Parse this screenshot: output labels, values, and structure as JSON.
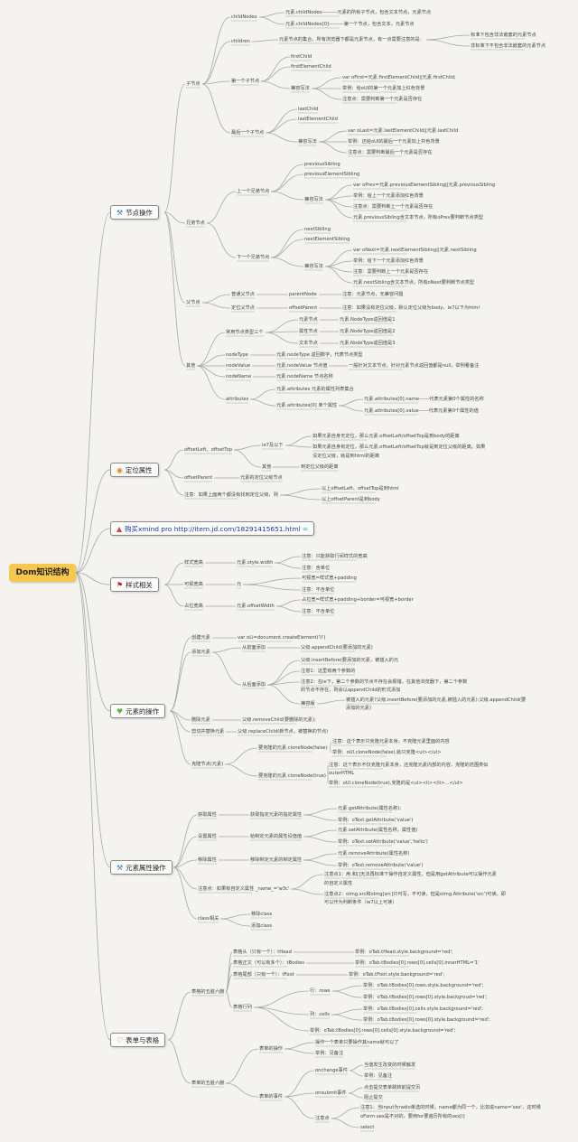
{
  "root": {
    "label": "Dom知识结构"
  },
  "colors": {
    "root_bg": "#f6c84b",
    "line": "#a7a7a7",
    "node_border": "#8a8a8a",
    "link_text": "#1c3a96",
    "icon_node": "#2f7fc4",
    "icon_pos": "#e3801f",
    "icon_fire": "#e0452b",
    "icon_flag": "#d11c1c",
    "icon_heart_green": "#5fb347",
    "icon_heart_red": "#d83a55"
  },
  "branches": {
    "b1": {
      "icon": "tools-icon",
      "label": "节点操作"
    },
    "b2": {
      "icon": "target-icon",
      "label": "定位属性"
    },
    "b3": {
      "icon": "fire-icon",
      "label": "购买xmind pro http://item.jd.com/18291415651.html"
    },
    "b4": {
      "icon": "flag-icon",
      "label": "样式相关"
    },
    "b5": {
      "icon": "heart-icon",
      "label": "元素的操作"
    },
    "b6": {
      "icon": "tools-icon",
      "label": "元素属性操作"
    },
    "b7": {
      "icon": "heart-icon",
      "label": "表单与表格"
    }
  },
  "items": [
    {
      "id": "a1",
      "text": "子节点"
    },
    {
      "id": "a2",
      "text": "childNodes"
    },
    {
      "id": "a3",
      "text": "元素.childNodes---------元素的所有子节点，包含文本节点，元素节点"
    },
    {
      "id": "a4",
      "text": "元素.childNodes[0]---------第一个节点，包含文本，元素节点"
    },
    {
      "id": "a5",
      "text": "children"
    },
    {
      "id": "a6",
      "text": "元素节点的集合，所有浏览器下都是元素节点，有一点需要注意的是："
    },
    {
      "id": "a7",
      "text": "标准下包含非法嵌套的元素节点"
    },
    {
      "id": "a8",
      "text": "非标准下不包含非法嵌套的元素节点"
    },
    {
      "id": "a9",
      "text": "第一个子节点"
    },
    {
      "id": "a10",
      "text": "firstChild"
    },
    {
      "id": "a11",
      "text": "firstElementChild"
    },
    {
      "id": "a12",
      "text": "兼容写法"
    },
    {
      "id": "a13",
      "text": "var oFirst=元素.firstElementChild||元素.firstChild;"
    },
    {
      "id": "a14",
      "text": "举例：给oUl的第一个元素加上红色背景"
    },
    {
      "id": "a15",
      "text": "注意点：需要判断第一个元素是否存在"
    },
    {
      "id": "a16",
      "text": "最后一个子节点"
    },
    {
      "id": "a17",
      "text": "lastChild"
    },
    {
      "id": "a18",
      "text": "lastElementChild"
    },
    {
      "id": "a19",
      "text": "兼容写法"
    },
    {
      "id": "a20",
      "text": "var oLast=元素.lastElementChild||元素.lastChild"
    },
    {
      "id": "a21",
      "text": "举例：还给oUl的最后一个元素加上共色背景"
    },
    {
      "id": "a22",
      "text": "注意点：需要判断最后一个元素是否存在"
    },
    {
      "id": "a23",
      "text": "兄弟节点"
    },
    {
      "id": "a24",
      "text": "上一个兄弟节点"
    },
    {
      "id": "a25",
      "text": "previousSibling"
    },
    {
      "id": "a26",
      "text": "previousElementSibling"
    },
    {
      "id": "a27",
      "text": "兼容写法"
    },
    {
      "id": "a28",
      "text": "var oPrev=元素.previousElementSibling||元素.previousSibling"
    },
    {
      "id": "a29",
      "text": "举例：给上一个元素添加红色背景"
    },
    {
      "id": "a30",
      "text": "注意点：需要判断上一个元素是否存在"
    },
    {
      "id": "a31",
      "text": "元素.previousSibling含文本节点，所有oPrev要判断节点类型"
    },
    {
      "id": "a32",
      "text": "下一个兄弟节点"
    },
    {
      "id": "a33",
      "text": "nextSibling"
    },
    {
      "id": "a34",
      "text": "nextElementSibling"
    },
    {
      "id": "a35",
      "text": "兼容写法"
    },
    {
      "id": "a36",
      "text": "var oNext=元素.nextElementSibling||元素.nextSibling"
    },
    {
      "id": "a37",
      "text": "举例：给下一个元素添加红色背景"
    },
    {
      "id": "a38",
      "text": "注意：需要判断上一个元素是否存在"
    },
    {
      "id": "a39",
      "text": "元素.nextSibling含文本节点，所有oNext要判断节点类型"
    },
    {
      "id": "a40",
      "text": "父节点"
    },
    {
      "id": "a41",
      "text": "普通父节点"
    },
    {
      "id": "a42",
      "text": "parentNode"
    },
    {
      "id": "a43",
      "text": "注意：元素节点，无兼容问题"
    },
    {
      "id": "a44",
      "text": "定位父节点"
    },
    {
      "id": "a45",
      "text": "offsetParent"
    },
    {
      "id": "a46",
      "text": "注意：如果没有定位父级，默认定位父级为body，ie7以下为html"
    },
    {
      "id": "a47",
      "text": "其他"
    },
    {
      "id": "a48",
      "text": "常用节点类型三个"
    },
    {
      "id": "a49",
      "text": "元素节点"
    },
    {
      "id": "a50",
      "text": "元素.NodeType返回值是1"
    },
    {
      "id": "a51",
      "text": "属性节点"
    },
    {
      "id": "a52",
      "text": "元素.NodeType返回值是2"
    },
    {
      "id": "a53",
      "text": "文本节点"
    },
    {
      "id": "a54",
      "text": "元素.NodeType返回值是3"
    },
    {
      "id": "a55",
      "text": "nodeType"
    },
    {
      "id": "a56",
      "text": "元素.nodeType 返回数字，代表节点类型"
    },
    {
      "id": "a57",
      "text": "nodeValue"
    },
    {
      "id": "a58",
      "text": "元素.nodeValue 节点值"
    },
    {
      "id": "a59",
      "text": "一般针对文本节点，针对元素节点返回值都是null，举例看备注"
    },
    {
      "id": "a60",
      "text": "nodeName"
    },
    {
      "id": "a61",
      "text": "元素.nodeName 节点名称"
    },
    {
      "id": "a62",
      "text": "attributes"
    },
    {
      "id": "a63",
      "text": "元素.attributes 元素的属性列表集合"
    },
    {
      "id": "a64",
      "text": "元素.attributes[0] 单个属性"
    },
    {
      "id": "a65",
      "text": "元素.attributes[0].name------代表元素第0个属性的名称"
    },
    {
      "id": "a66",
      "text": "元素.attributes[0].value------代表元素第0个属性的值"
    },
    {
      "id": "c1",
      "text": "offsetLeft、offsetTop"
    },
    {
      "id": "c2",
      "text": "ie7及以下"
    },
    {
      "id": "c3",
      "text": "如果元素自身无定位，那么元素.offsetLeft/offsetTop是到body的距离"
    },
    {
      "id": "c4",
      "text": "如果元素自身有定位，那么元素.offsetLeft/offsetTop就是到定位父级的距离。如果"
    },
    {
      "id": "c5",
      "text": "没定位父级，就是到html的距离"
    },
    {
      "id": "c6",
      "text": "其他"
    },
    {
      "id": "c7",
      "text": "到定位父级的距离"
    },
    {
      "id": "c8",
      "text": "offsetParent"
    },
    {
      "id": "c9",
      "text": "元素的定位父级节点"
    },
    {
      "id": "c10",
      "text": "注意：如果上面两个都没有找到定位父级，则"
    },
    {
      "id": "c11",
      "text": "以上offsetLeft、offsetTop是到html"
    },
    {
      "id": "c12",
      "text": "以上offsetParent是到body"
    },
    {
      "id": "d1",
      "text": "样式宽高"
    },
    {
      "id": "d2",
      "text": "元素.style.width"
    },
    {
      "id": "d3",
      "text": "注意：只能获取行间样式的宽高"
    },
    {
      "id": "d4",
      "text": "注意：含单位"
    },
    {
      "id": "d5",
      "text": "可视宽高"
    },
    {
      "id": "d6",
      "text": "元"
    },
    {
      "id": "d7",
      "text": "可视宽=样式宽+padding"
    },
    {
      "id": "d8",
      "text": "注意：不含单位"
    },
    {
      "id": "d9",
      "text": "占位宽高"
    },
    {
      "id": "d10",
      "text": "元素.offsetWidth"
    },
    {
      "id": "d11",
      "text": "占位宽=样式宽+padding+border=可视宽+border"
    },
    {
      "id": "d12",
      "text": "注意：不含单位"
    },
    {
      "id": "e1",
      "text": "创建元素"
    },
    {
      "id": "e2",
      "text": "var oLi=document.createElement('li')"
    },
    {
      "id": "e3",
      "text": "添加元素"
    },
    {
      "id": "e4",
      "text": "从前面添加"
    },
    {
      "id": "e5",
      "text": "父级.appendChild(要添加的元素)"
    },
    {
      "id": "e6",
      "text": "从后面添加"
    },
    {
      "id": "e7",
      "text": "父级.insertBefore(要添加的元素，被插入的元"
    },
    {
      "id": "e8",
      "text": "注意1：这里有两个参数的"
    },
    {
      "id": "e9",
      "text": "注意2：在ie下，第二个参数的节点不存在会报错，在其他浏览器下，第二个参数"
    },
    {
      "id": "e10",
      "text": "的节点不存在，则会以appendChild的形式添加"
    },
    {
      "id": "e11",
      "text": "兼容版"
    },
    {
      "id": "e12",
      "text": "被插入的元素?父级.insertBefore(要添加的元素,被插入的元素):父级.appendChild(要"
    },
    {
      "id": "e13",
      "text": "添加的元素)"
    },
    {
      "id": "e14",
      "text": "删除元素"
    },
    {
      "id": "e15",
      "text": "父级.removeChild(要删除的元素);"
    },
    {
      "id": "e16",
      "text": "剪切并替换元素"
    },
    {
      "id": "e17",
      "text": "父级.replaceChild(新节点，被替换的节点)"
    },
    {
      "id": "e18",
      "text": "克隆节点(元素)"
    },
    {
      "id": "e19",
      "text": "要克隆的元素.cloneNode(false)"
    },
    {
      "id": "e20",
      "text": "注意：这个表示只克隆元素本身，不克隆元素里面的内容"
    },
    {
      "id": "e21",
      "text": "举例：oUl.cloneNode(false),就只克隆<ul></ul>"
    },
    {
      "id": "e22",
      "text": "要克隆的元素.cloneNode(true)"
    },
    {
      "id": "e23",
      "text": "注意：这个表示不仅克隆元素本身，还克隆元素内部的内容，克隆的范围类似"
    },
    {
      "id": "e24",
      "text": "outerHTML"
    },
    {
      "id": "e25",
      "text": "举例：oUl.cloneNode(true),克隆的是<ul><li></li>...</ul>"
    },
    {
      "id": "f1",
      "text": "获取属性"
    },
    {
      "id": "f2",
      "text": "获取指定元素的指定属性"
    },
    {
      "id": "f3",
      "text": "元素.getAttribute(属性名称);"
    },
    {
      "id": "f4",
      "text": "举例：oText.getAttribute('value')"
    },
    {
      "id": "f5",
      "text": "设置属性"
    },
    {
      "id": "f6",
      "text": "给制定元素的属性设值值"
    },
    {
      "id": "f7",
      "text": "元素.setAttribute(属性名称，属性值)"
    },
    {
      "id": "f8",
      "text": "举例：oText.setAttribute('value','hello')"
    },
    {
      "id": "f9",
      "text": "移除属性"
    },
    {
      "id": "f10",
      "text": "移除制定元素的制定属性"
    },
    {
      "id": "f11",
      "text": "元素.removeAttribute(属性名称)"
    },
    {
      "id": "f12",
      "text": "举例：oText.removeAttribute('value')"
    },
    {
      "id": "f13",
      "text": "注意点：如果有自定义属性 _name_='w3c'"
    },
    {
      "id": "f14",
      "text": "注意点1：用.和[]无法再标准下操作自定义属性，但是用getAttribute可以操作元素"
    },
    {
      "id": "f15",
      "text": "的自定义属性"
    },
    {
      "id": "f16",
      "text": "注意点2：oImg.src和oImg[src]只可写，不可读，但是oImg.Attribute('src')可读。即"
    },
    {
      "id": "f17",
      "text": "可以作为判断条件（ie7以上可读）"
    },
    {
      "id": "f18",
      "text": "class相关"
    },
    {
      "id": "f19",
      "text": "移除class"
    },
    {
      "id": "f20",
      "text": "添加class"
    },
    {
      "id": "g1",
      "text": "表格的五脏六腑"
    },
    {
      "id": "g2",
      "text": "表格头（只有一个）：tHead"
    },
    {
      "id": "g3",
      "text": "举例：oTab.tHead.style.background='red';"
    },
    {
      "id": "g4",
      "text": "表格正文（可以有多个）：tBodies"
    },
    {
      "id": "g5",
      "text": "举例：oTab.tBodies[0].rows[0].cells[0].innerHTML='1'"
    },
    {
      "id": "g6",
      "text": "表格尾部（只有一个）：tFoot"
    },
    {
      "id": "g7",
      "text": "举例：oTab.tFoot.style.background='red';"
    },
    {
      "id": "g8",
      "text": "表格行列"
    },
    {
      "id": "g9",
      "text": "行：rows"
    },
    {
      "id": "g10",
      "text": "举例：oTab.tBodies[0].rows.style.background='red';"
    },
    {
      "id": "g11",
      "text": "举例：oTab.tBodies[0].rows[0].style.backgroud='red';"
    },
    {
      "id": "g12",
      "text": "列：cells"
    },
    {
      "id": "g13",
      "text": "举例：oTab.tBodies[0].cells.style.background='red';"
    },
    {
      "id": "g14",
      "text": "举例：oTab.tBodies[0].rows[0].style.background='red';"
    },
    {
      "id": "g15",
      "text": "举例：oTab.tBodies[0].rows[0].cells[0].style.background='red';"
    },
    {
      "id": "g16",
      "text": "表单的五脏六腑"
    },
    {
      "id": "g17",
      "text": "表单的操作"
    },
    {
      "id": "g18",
      "text": "操作一个表单只要操作其name就可以了"
    },
    {
      "id": "g19",
      "text": "举例：见备注"
    },
    {
      "id": "g20",
      "text": "表单的事件"
    },
    {
      "id": "g21",
      "text": "onchange事件"
    },
    {
      "id": "g22",
      "text": "当值发生改变的时候触发"
    },
    {
      "id": "g23",
      "text": "举例：见备注"
    },
    {
      "id": "g24",
      "text": "onsubmit事件"
    },
    {
      "id": "g25",
      "text": "点击提交表单跳转前提交页"
    },
    {
      "id": "g26",
      "text": "阻止提交"
    },
    {
      "id": "g27",
      "text": "注意点"
    },
    {
      "id": "g28",
      "text": "注意1：当input为radio单选的时候，name都为同一个，比如说name='sex'，这时候"
    },
    {
      "id": "g29",
      "text": "oForm.sex是不对的，要用for要遍历所有的sex[i]"
    },
    {
      "id": "g30",
      "text": "select"
    }
  ]
}
